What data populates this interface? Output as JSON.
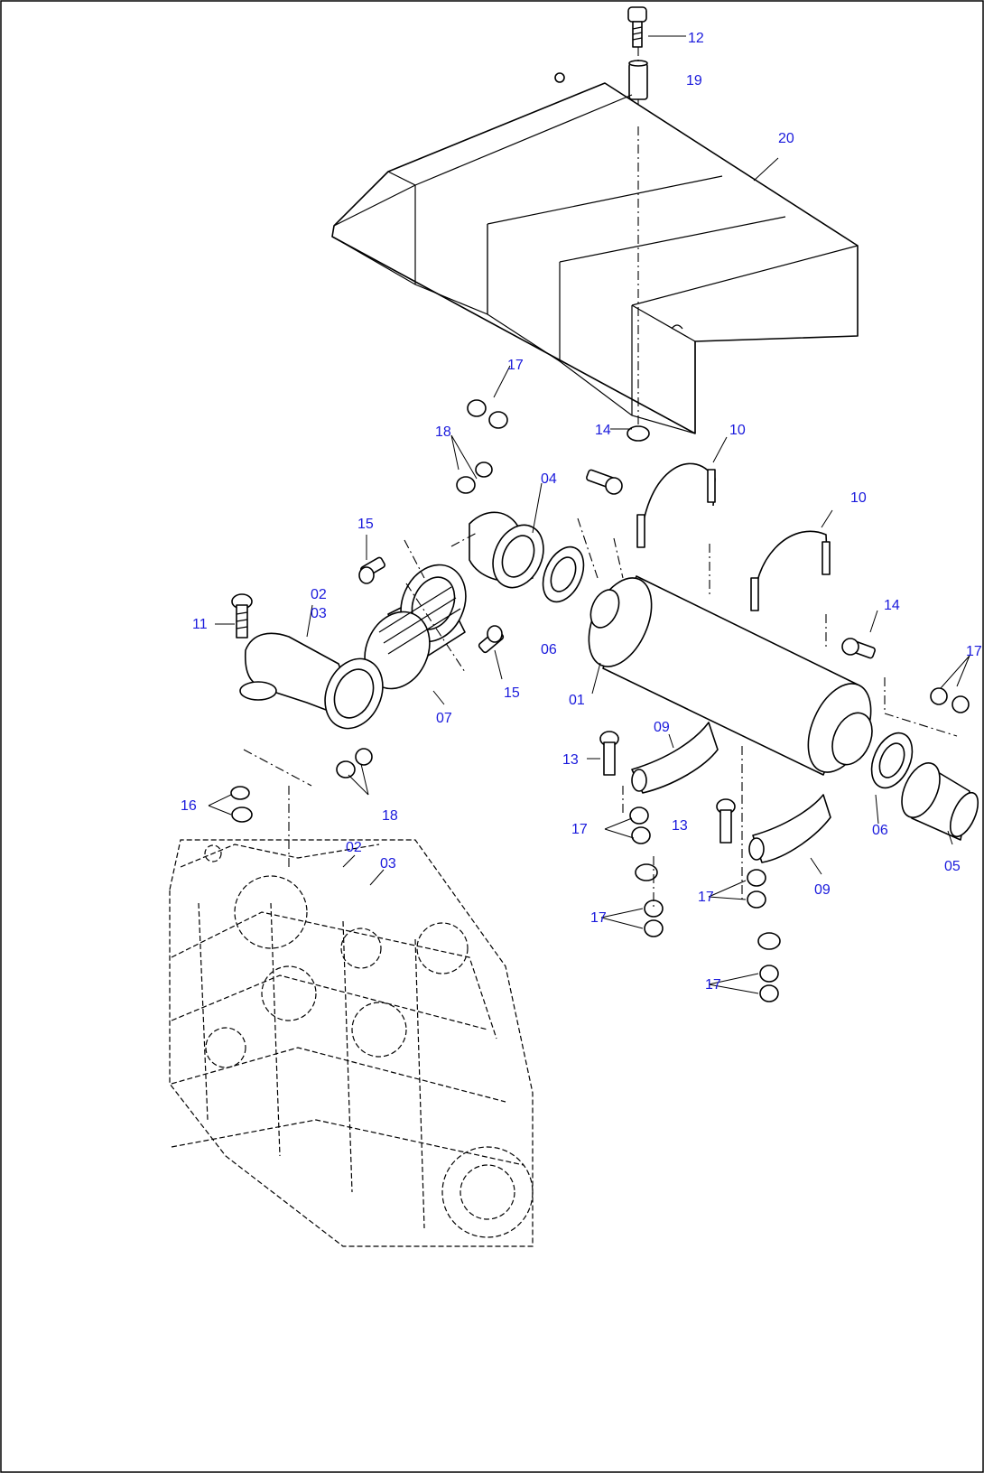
{
  "labels": {
    "l12": "12",
    "l19": "19",
    "l20": "20",
    "l17a": "17",
    "l18a": "18",
    "l14a": "14",
    "l10a": "10",
    "l04": "04",
    "l10b": "10",
    "l15a": "15",
    "l02a": "02",
    "l03a": "03",
    "l11": "11",
    "l14b": "14",
    "l17b": "17",
    "l06a": "06",
    "l15b": "15",
    "l01": "01",
    "l07": "07",
    "l09a": "09",
    "l13a": "13",
    "l18b": "18",
    "l16": "16",
    "l17c": "17",
    "l13b": "13",
    "l06b": "06",
    "l05": "05",
    "l02b": "02",
    "l03b": "03",
    "l09b": "09",
    "l17d": "17",
    "l17e": "17",
    "l17f": "17"
  },
  "colors": {
    "label": "#1a1adc",
    "line": "#000000",
    "background": "#ffffff"
  }
}
